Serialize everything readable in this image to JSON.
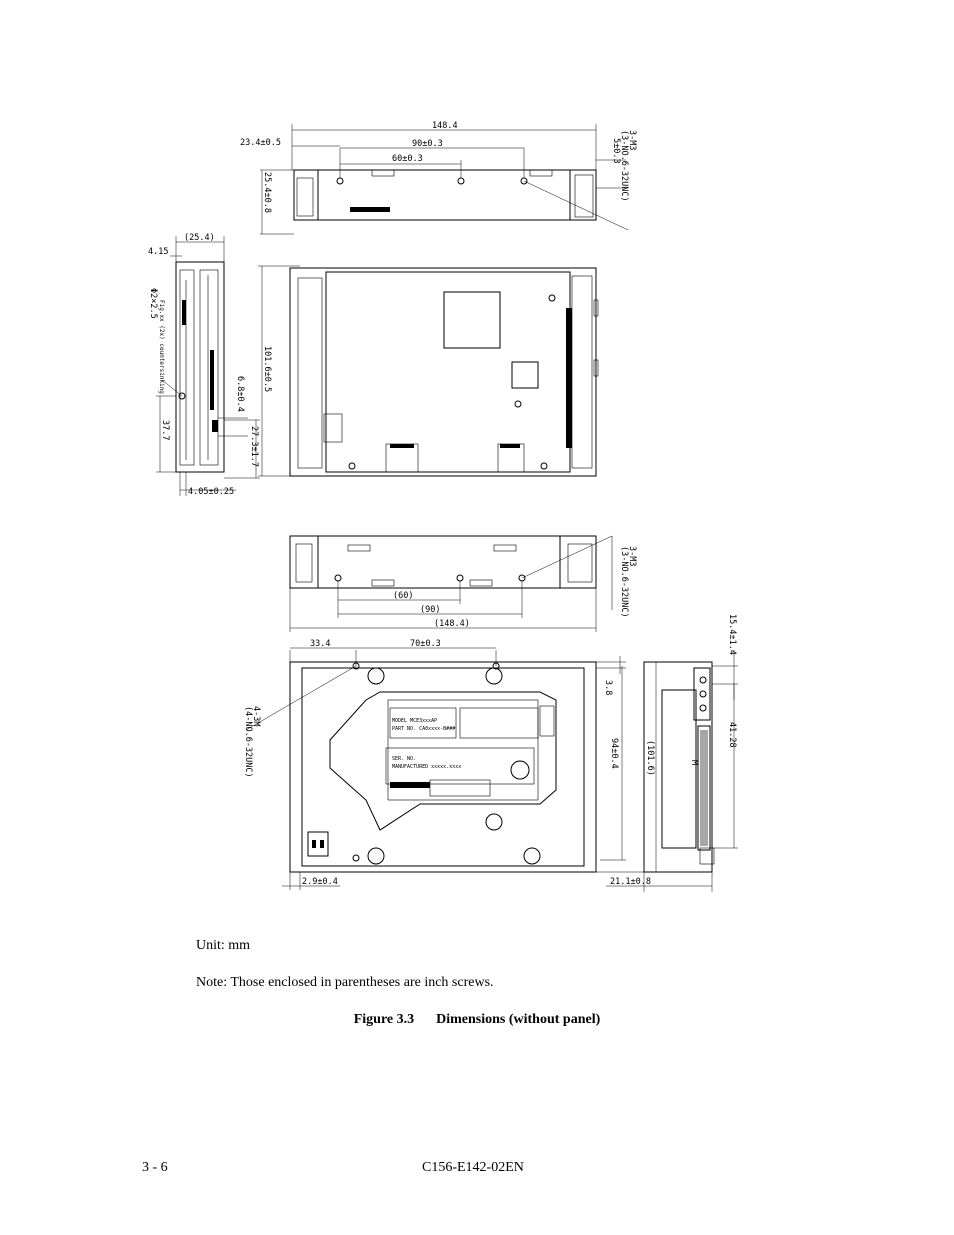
{
  "figure": {
    "dimensions": {
      "top_view": {
        "overall_length": "148.4",
        "front_offset": "23.4±0.5",
        "hole_span_90": "90±0.3",
        "hole_span_60": "60±0.3",
        "edge_5": "5±0.3",
        "height_25": "25.4±0.8",
        "screw_callout": "3-M3",
        "screw_callout_inch": "(3-NO.6-32UNC)"
      },
      "side_view": {
        "width_paren": "(25.4)",
        "edge_4_15": "4.15",
        "hole_note": "Φ2×2.5",
        "hole_note_small": "Fig.xx (2x) countersinking",
        "pitch_37": "37.7",
        "pitch_6_8": "6.8±0.4",
        "pitch_27": "27.3±1.7",
        "bottom_4_05": "4.05±0.25",
        "depth_101": "101.6±0.5"
      },
      "bottom_side_view": {
        "hole_60": "(60)",
        "hole_90": "(90)",
        "length_148": "(148.4)",
        "screw_callout": "3-M3",
        "screw_callout_inch": "(3-NO.6-32UNC)"
      },
      "bottom_view": {
        "offset_33": "33.4",
        "span_70": "70±0.3",
        "screw_callout": "4-3M",
        "screw_callout_inch": "(4-NO.6-32UNC)",
        "edge_3_8": "3.8",
        "span_94": "94±0.4",
        "width_101": "(101.6)",
        "edge_2_9": "2.9±0.4",
        "label_model": "MODEL MCE3xxxAP",
        "label_part": "PART NO. CA0xxxx-B###",
        "label_ser": "SER. NO.",
        "label_made": "MANUFACTURED xxxxx.xxxx"
      },
      "rear_view": {
        "edge_15": "15.4±1.4",
        "span_41": "41.28",
        "mark_m": "M",
        "edge_21": "21.1±0.8"
      }
    }
  },
  "text": {
    "unit": "Unit:  mm",
    "note": "Note: Those enclosed in parentheses are inch screws.",
    "figure_label": "Figure 3.3",
    "figure_title": "Dimensions (without panel)"
  },
  "footer": {
    "page_number": "3 - 6",
    "document_code": "C156-E142-02EN"
  }
}
